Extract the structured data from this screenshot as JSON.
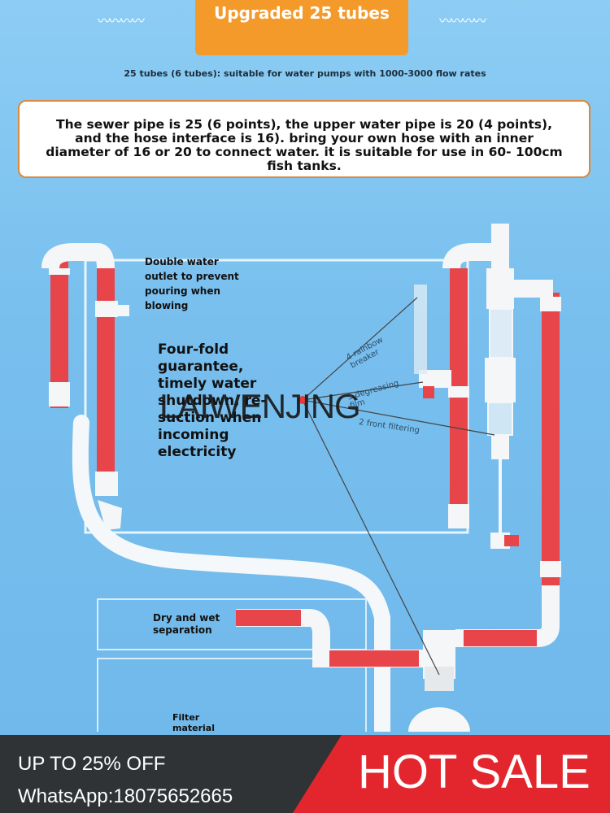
{
  "header": {
    "title": "Upgraded 25 tubes",
    "subtitle": "25 tubes (6 tubes): suitable for water pumps with 1000-3000 flow rates"
  },
  "notice": {
    "text": "The sewer pipe is 25 (6 points), the upper water pipe is 20 (4 points), and the hose interface is 16). bring your own hose with an inner diameter of 16 or 20 to connect water. it is suitable for use in 60- 100cm fish tanks."
  },
  "callouts": {
    "double_outlet": "Double water outlet to prevent pouring when blowing",
    "guarantee": "Four-fold guarantee, timely water shutdown, re-suction when incoming electricity",
    "rainbow_breaker": "4 rainbow breaker",
    "degreasing": "3 degreasing film",
    "front_filtering": "2 front filtering",
    "dry_wet": "Dry and wet separation",
    "filter_material": "Filter material"
  },
  "watermark": "LAIWENJING",
  "footer": {
    "promo": "UP TO 25% OFF",
    "contact": "WhatsApp:18075652665",
    "badge": "HOT SALE"
  },
  "colors": {
    "header_orange": "#f39a2b",
    "pipe_red": "#e8454a",
    "sale_red": "#e3262d",
    "footer_dark": "#2f3335"
  }
}
